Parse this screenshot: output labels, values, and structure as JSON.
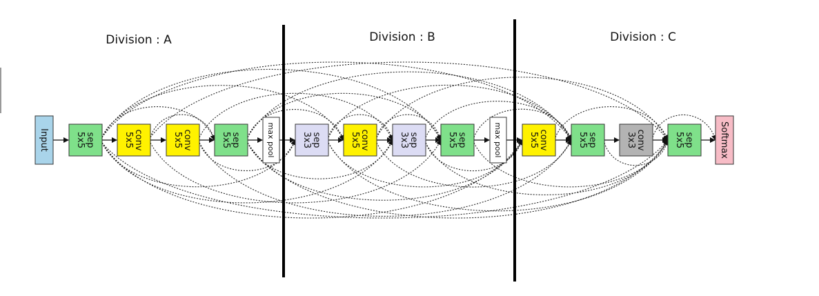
{
  "divisions": [
    {
      "title": "Division : A"
    },
    {
      "title": "Division : B"
    },
    {
      "title": "Division : C"
    }
  ],
  "nodes": [
    {
      "id": "input",
      "kind": "input",
      "lines": [
        "Input"
      ],
      "color": "#a9d4ea"
    },
    {
      "id": "a1",
      "kind": "op",
      "lines": [
        "sep",
        "5x5"
      ],
      "color": "#7fe08a"
    },
    {
      "id": "a2",
      "kind": "op",
      "lines": [
        "conv",
        "5x5"
      ],
      "color": "#fff200"
    },
    {
      "id": "a3",
      "kind": "op",
      "lines": [
        "conv",
        "5x5"
      ],
      "color": "#fff200"
    },
    {
      "id": "a4",
      "kind": "op",
      "lines": [
        "sep",
        "5x5"
      ],
      "color": "#7fe08a"
    },
    {
      "id": "pool1",
      "kind": "pool",
      "lines": [
        "max pool"
      ],
      "color": "#ffffff"
    },
    {
      "id": "b1",
      "kind": "op",
      "lines": [
        "sep",
        "3x3"
      ],
      "color": "#dcdcf4"
    },
    {
      "id": "b2",
      "kind": "op",
      "lines": [
        "conv",
        "5x5"
      ],
      "color": "#fff200"
    },
    {
      "id": "b3",
      "kind": "op",
      "lines": [
        "sep",
        "3x3"
      ],
      "color": "#dcdcf4"
    },
    {
      "id": "b4",
      "kind": "op",
      "lines": [
        "sep",
        "5x5"
      ],
      "color": "#7fe08a"
    },
    {
      "id": "pool2",
      "kind": "pool",
      "lines": [
        "max pool"
      ],
      "color": "#ffffff"
    },
    {
      "id": "c1",
      "kind": "op",
      "lines": [
        "conv",
        "5x5"
      ],
      "color": "#fff200"
    },
    {
      "id": "c2",
      "kind": "op",
      "lines": [
        "sep",
        "5x5"
      ],
      "color": "#7fe08a"
    },
    {
      "id": "c3",
      "kind": "op",
      "lines": [
        "conv",
        "3x3"
      ],
      "color": "#b3b3b3"
    },
    {
      "id": "c4",
      "kind": "op",
      "lines": [
        "sep",
        "5x5"
      ],
      "color": "#7fe08a"
    },
    {
      "id": "softmax",
      "kind": "output",
      "lines": [
        "Softmax"
      ],
      "color": "#f7bcc6"
    }
  ],
  "skip_connections": [
    [
      "a1",
      "a4"
    ],
    [
      "a1",
      "b1"
    ],
    [
      "a1",
      "b2"
    ],
    [
      "a1",
      "b3"
    ],
    [
      "a1",
      "b4"
    ],
    [
      "a1",
      "c1"
    ],
    [
      "a1",
      "c2"
    ],
    [
      "a1",
      "c4"
    ],
    [
      "a2",
      "a4"
    ],
    [
      "a2",
      "b4"
    ],
    [
      "a2",
      "c4"
    ],
    [
      "a3",
      "b1"
    ],
    [
      "a3",
      "b3"
    ],
    [
      "a3",
      "c2"
    ],
    [
      "a4",
      "b2"
    ],
    [
      "a4",
      "b3"
    ],
    [
      "a4",
      "b4"
    ],
    [
      "a4",
      "c1"
    ],
    [
      "a4",
      "c2"
    ],
    [
      "a4",
      "c4"
    ],
    [
      "b1",
      "b3"
    ],
    [
      "b1",
      "c1"
    ],
    [
      "b1",
      "c2"
    ],
    [
      "b1",
      "c4"
    ],
    [
      "b2",
      "b4"
    ],
    [
      "b2",
      "c2"
    ],
    [
      "b2",
      "c4"
    ],
    [
      "b3",
      "c1"
    ],
    [
      "b3",
      "c2"
    ],
    [
      "b3",
      "c4"
    ],
    [
      "b4",
      "c2"
    ],
    [
      "b4",
      "c4"
    ],
    [
      "c1",
      "c4"
    ],
    [
      "c2",
      "c4"
    ],
    [
      "c3",
      "softmax"
    ]
  ]
}
